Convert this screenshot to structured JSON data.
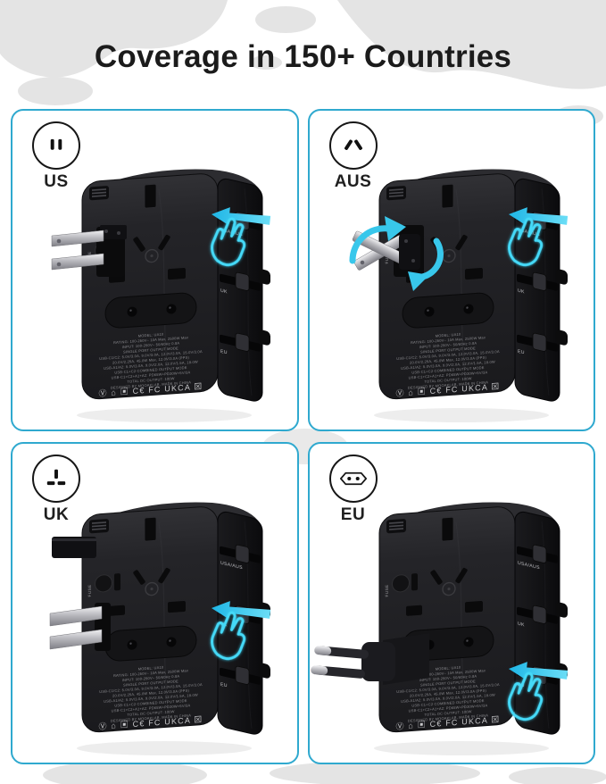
{
  "title": "Coverage in 150+ Countries",
  "colors": {
    "panel_border": "#2fa9cf",
    "arrow_cyan": "#3ac8ec",
    "neon_hand": "#45d9f7",
    "adapter_black": "#202023",
    "map_gray": "#e4e4e4"
  },
  "panels": [
    {
      "id": "us",
      "label": "US",
      "icon": "us-flat-pin-socket-icon",
      "pushed_slider": "USA/AUS"
    },
    {
      "id": "aus",
      "label": "AUS",
      "icon": "aus-angled-pin-socket-icon",
      "pushed_slider": "USA/AUS"
    },
    {
      "id": "uk",
      "label": "UK",
      "icon": "uk-three-pin-socket-icon",
      "pushed_slider": "UK"
    },
    {
      "id": "eu",
      "label": "EU",
      "icon": "eu-round-pin-socket-icon",
      "pushed_slider": "EU"
    }
  ],
  "adapter": {
    "slider_labels": [
      "USA/AUS",
      "UK",
      "EU"
    ],
    "fuse_label": "FUSE",
    "fine_print_lines": [
      "MODEL: UA10",
      "RATING: 100-250V~ 10A Max, 2500W Max",
      "INPUT: 100-250V~ 50/60Hz 0.8A",
      "SINGLE PORT OUTPUT MODE",
      "USB-C1/C2: 5.0V/3.0A, 9.0V/3.0A, 12.0V/3.0A, 15.0V/3.0A",
      "20.0V/2.25A, 45.0W Max, 12.0V/3.0A (PPS)",
      "USB-A1/A2: 5.0V/3.0A, 9.0V/2.0A, 12.0V/1.5A, 18.0W",
      "USB-C1+C2 COMBINED OUTPUT MODE",
      "USB-C1+C2+A1+A2: PD65W+PD30W+5V/3A",
      "TOTAL DC OUTPUT: 100W",
      "DESIGNED BY MOOAKLAB, MADE IN CHINA"
    ],
    "cert_marks": "Ⓥ ⌂ ▣ C€ FC UKCA ⊠"
  }
}
